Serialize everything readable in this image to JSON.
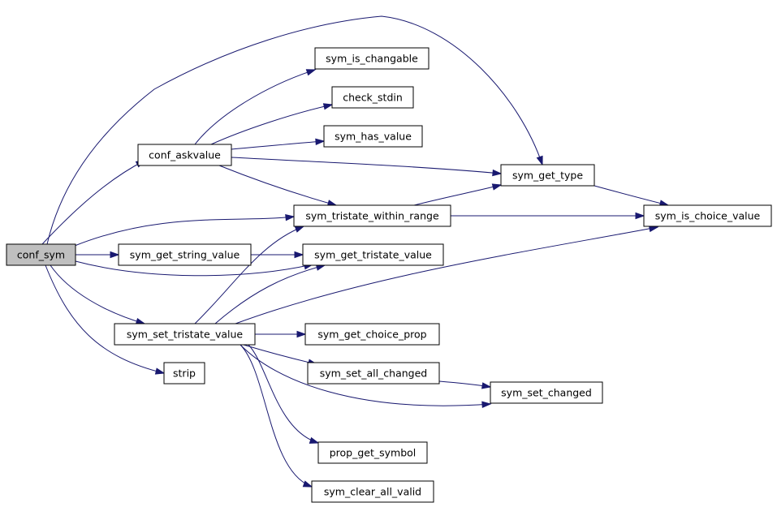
{
  "graph": {
    "title": "",
    "colors": {
      "edge": "#191970",
      "root_fill": "#bfbfbf",
      "node_fill": "#ffffff",
      "node_border": "#000000"
    },
    "nodes": [
      {
        "id": "conf_sym",
        "label": "conf_sym",
        "root": true
      },
      {
        "id": "conf_askvalue",
        "label": "conf_askvalue"
      },
      {
        "id": "sym_get_string_value",
        "label": "sym_get_string_value"
      },
      {
        "id": "sym_set_tristate_value",
        "label": "sym_set_tristate_value"
      },
      {
        "id": "strip",
        "label": "strip"
      },
      {
        "id": "sym_is_changable",
        "label": "sym_is_changable"
      },
      {
        "id": "check_stdin",
        "label": "check_stdin"
      },
      {
        "id": "sym_has_value",
        "label": "sym_has_value"
      },
      {
        "id": "sym_tristate_within_range",
        "label": "sym_tristate_within_range"
      },
      {
        "id": "sym_get_tristate_value",
        "label": "sym_get_tristate_value"
      },
      {
        "id": "sym_get_choice_prop",
        "label": "sym_get_choice_prop"
      },
      {
        "id": "sym_set_all_changed",
        "label": "sym_set_all_changed"
      },
      {
        "id": "prop_get_symbol",
        "label": "prop_get_symbol"
      },
      {
        "id": "sym_clear_all_valid",
        "label": "sym_clear_all_valid"
      },
      {
        "id": "sym_get_type",
        "label": "sym_get_type"
      },
      {
        "id": "sym_set_changed",
        "label": "sym_set_changed"
      },
      {
        "id": "sym_is_choice_value",
        "label": "sym_is_choice_value"
      }
    ],
    "edges": [
      {
        "from": "conf_sym",
        "to": "conf_askvalue"
      },
      {
        "from": "conf_sym",
        "to": "sym_get_type"
      },
      {
        "from": "conf_sym",
        "to": "sym_tristate_within_range"
      },
      {
        "from": "conf_sym",
        "to": "sym_get_string_value"
      },
      {
        "from": "conf_sym",
        "to": "sym_get_tristate_value"
      },
      {
        "from": "conf_sym",
        "to": "sym_set_tristate_value"
      },
      {
        "from": "conf_sym",
        "to": "strip"
      },
      {
        "from": "conf_askvalue",
        "to": "sym_is_changable"
      },
      {
        "from": "conf_askvalue",
        "to": "check_stdin"
      },
      {
        "from": "conf_askvalue",
        "to": "sym_has_value"
      },
      {
        "from": "conf_askvalue",
        "to": "sym_get_type"
      },
      {
        "from": "conf_askvalue",
        "to": "sym_tristate_within_range"
      },
      {
        "from": "sym_get_string_value",
        "to": "sym_get_tristate_value"
      },
      {
        "from": "sym_tristate_within_range",
        "to": "sym_get_type"
      },
      {
        "from": "sym_tristate_within_range",
        "to": "sym_is_choice_value"
      },
      {
        "from": "sym_get_type",
        "to": "sym_is_choice_value"
      },
      {
        "from": "sym_set_tristate_value",
        "to": "sym_tristate_within_range"
      },
      {
        "from": "sym_set_tristate_value",
        "to": "sym_get_tristate_value"
      },
      {
        "from": "sym_set_tristate_value",
        "to": "sym_is_choice_value"
      },
      {
        "from": "sym_set_tristate_value",
        "to": "sym_get_choice_prop"
      },
      {
        "from": "sym_set_tristate_value",
        "to": "sym_set_all_changed"
      },
      {
        "from": "sym_set_tristate_value",
        "to": "sym_set_changed"
      },
      {
        "from": "sym_set_tristate_value",
        "to": "prop_get_symbol"
      },
      {
        "from": "sym_set_tristate_value",
        "to": "sym_clear_all_valid"
      },
      {
        "from": "sym_set_all_changed",
        "to": "sym_set_changed"
      }
    ]
  }
}
